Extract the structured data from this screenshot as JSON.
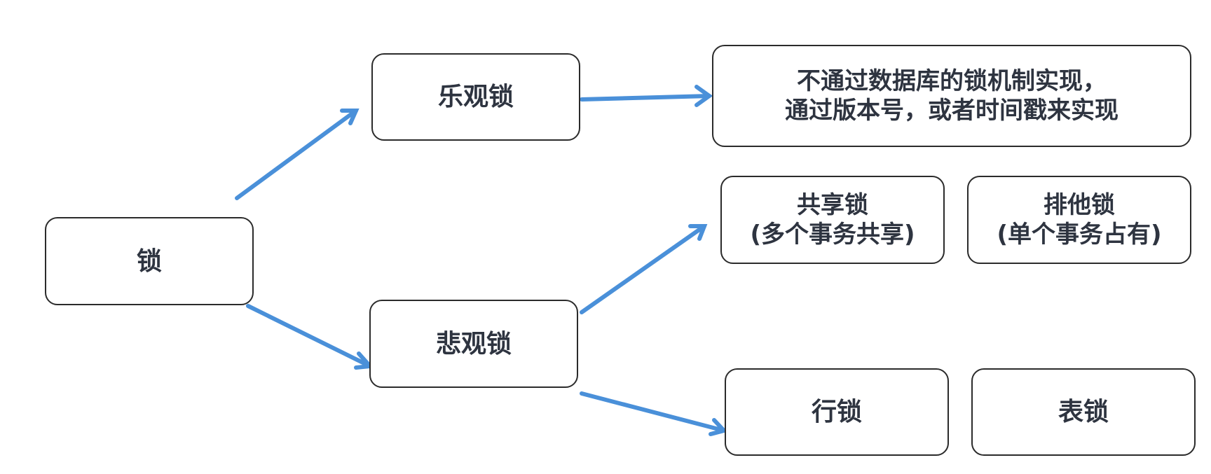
{
  "colors": {
    "arrow": "#4a90d9",
    "border": "#2b2b2b",
    "text": "#2e3440"
  },
  "nodes": {
    "lock": {
      "label": "锁"
    },
    "optimistic": {
      "label": "乐观锁"
    },
    "pessimistic": {
      "label": "悲观锁"
    },
    "optimistic_desc": {
      "line1": "不通过数据库的锁机制实现，",
      "line2": "通过版本号，或者时间戳来实现"
    },
    "shared": {
      "line1": "共享锁",
      "line2": "(多个事务共享)"
    },
    "exclusive": {
      "line1": "排他锁",
      "line2": "(单个事务占有)"
    },
    "row": {
      "label": "行锁"
    },
    "table": {
      "label": "表锁"
    }
  }
}
